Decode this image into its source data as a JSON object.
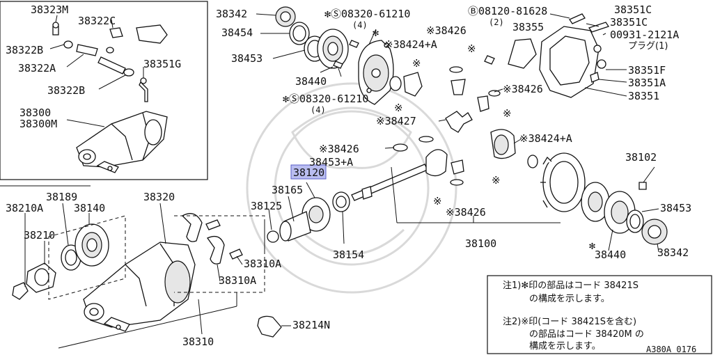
{
  "labels": {
    "p38323M": "38323M",
    "p38322C": "38322C",
    "p38322B_a": "38322B",
    "p38322A": "38322A",
    "p38322B_b": "38322B",
    "p38351G": "38351G",
    "p38300": "38300",
    "p38300M": "38300M",
    "p38342_top": "38342",
    "p38454": "38454",
    "p38453_top": "38453",
    "p38440_top": "38440",
    "bolt_top_code": "✻Ⓢ08320-61210",
    "bolt_top_qty": "(4)",
    "bolt_mid_code": "✻Ⓢ08320-61210",
    "bolt_mid_qty": "(4)",
    "star1": "✻",
    "p38424A_top": "※38424+A",
    "p38426_a": "※38426",
    "mark_a": "※",
    "mark_b": "※",
    "mark_c": "※",
    "bolt_b_code": "Ⓑ08120-81628",
    "bolt_b_qty": "(2)",
    "p38355": "38355",
    "p38351C_a": "38351C",
    "p38351C_b": "38351C",
    "plug_code": "00931-2121A",
    "plug_name": "プラグ(1)",
    "p38351F": "38351F",
    "p38351A": "38351A",
    "p38351": "38351",
    "p38426_b": "※38426",
    "mark_d": "※",
    "p38427": "※38427",
    "p38424A_mid": "※38424+A",
    "mark_e": "※",
    "p38426_c": "※38426",
    "p38453A": "38453+A",
    "p38120": "38120",
    "p38165": "38165",
    "p38125": "38125",
    "p38154": "38154",
    "p38426_d": "※38426",
    "mark_f": "※",
    "p38100": "38100",
    "p38102": "38102",
    "p38453_right": "38453",
    "p38440_right": "38440",
    "p38342_right": "38342",
    "star2": "✻",
    "p38320": "38320",
    "p38189": "38189",
    "p38210A": "38210A",
    "p38140": "38140",
    "p38210": "38210",
    "p38310A_a": "38310A",
    "p38310A_b": "38310A",
    "p38214N": "38214N",
    "p38310": "38310"
  },
  "notes": {
    "n1_line1": "注1)✻印の部品はコード 38421S",
    "n1_line2": "の構成を示します。",
    "n2_line1": "注2)※印(コード 38421Sを含む)",
    "n2_line2": "の部品はコード 38420M の",
    "n2_line3": "構成を示します。"
  },
  "figure_code": "A380A 0176",
  "highlight_color": "#b9bdf0"
}
